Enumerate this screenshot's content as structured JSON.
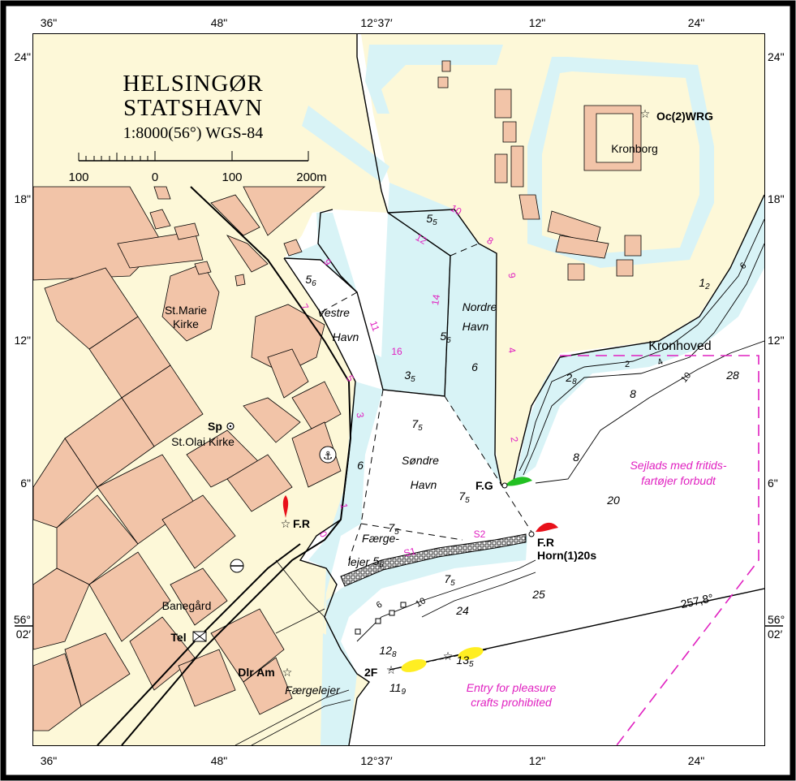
{
  "title": {
    "line1": "HELSINGØR",
    "line2": "STATSHAVN",
    "scale": "1:8000(56°) WGS-84"
  },
  "scalebar": {
    "labels": [
      "100",
      "0",
      "100",
      "200m"
    ]
  },
  "frame": {
    "top": [
      "36\"",
      "48\"",
      "12°37′",
      "12\"",
      "24\""
    ],
    "bottom": [
      "36\"",
      "48\"",
      "12°37′",
      "12\"",
      "24\""
    ],
    "left": [
      "24\"",
      "18\"",
      "12\"",
      "6\"",
      "56°",
      "02′"
    ],
    "right": [
      "24\"",
      "18\"",
      "12\"",
      "6\"",
      "56°",
      "02′"
    ]
  },
  "places": {
    "kronborg": "Kronborg",
    "kronhoved": "Kronhoved",
    "st_marie": "St.Marie",
    "kirke": "Kirke",
    "sp": "Sp",
    "st_olai": "St.Olai Kirke",
    "banegard": "Banegård",
    "tel": "Tel",
    "dlr_am": "Dlr Am",
    "faergelejer_land": "Færgelejer",
    "nordre": "Nordre",
    "nordre_havn": "Havn",
    "vestre": "Vestre",
    "vestre_havn": "Havn",
    "sondre": "Søndre",
    "sondre_havn": "Havn",
    "faerge": "Færge-",
    "lejer": "lejer"
  },
  "lights": {
    "kronborg_light": "Oc(2)WRG",
    "fr_inner": "F.R",
    "fg": "F.G",
    "fr_pier": "F.R",
    "horn": "Horn(1)20s",
    "two_f": "2F"
  },
  "notes": {
    "danish_1": "Sejlads med fritids-",
    "danish_2": "fartøjer forbudt",
    "english_1": "Entry for pleasure",
    "english_2": "crafts prohibited",
    "bearing": "257,8°"
  },
  "berths": [
    "16",
    "10",
    "12",
    "8",
    "9",
    "9",
    "14",
    "7",
    "11",
    "4",
    "5",
    "3",
    "2",
    "1",
    "0",
    "S1",
    "S2"
  ],
  "soundings": [
    {
      "n": "5",
      "s": "5"
    },
    {
      "n": "5",
      "s": "6"
    },
    {
      "n": "5",
      "s": "6"
    },
    {
      "n": "6",
      "s": ""
    },
    {
      "n": "3",
      "s": "5"
    },
    {
      "n": "7",
      "s": "5"
    },
    {
      "n": "6",
      "s": ""
    },
    {
      "n": "7",
      "s": "5"
    },
    {
      "n": "7",
      "s": "5"
    },
    {
      "n": "5",
      "s": "6"
    },
    {
      "n": "7",
      "s": "5"
    },
    {
      "n": "24",
      "s": ""
    },
    {
      "n": "25",
      "s": ""
    },
    {
      "n": "12",
      "s": "8"
    },
    {
      "n": "13",
      "s": "5"
    },
    {
      "n": "11",
      "s": "9"
    },
    {
      "n": "8",
      "s": ""
    },
    {
      "n": "8",
      "s": ""
    },
    {
      "n": "20",
      "s": ""
    },
    {
      "n": "28",
      "s": ""
    },
    {
      "n": "2",
      "s": "8"
    },
    {
      "n": "1",
      "s": "2"
    }
  ],
  "contours": [
    "2",
    "4",
    "6",
    "10",
    "6",
    "10"
  ],
  "colors": {
    "land": "#fdf8d8",
    "buildings": "#f2c4a8",
    "water": "#ffffff",
    "shallow": "#d8f3f6",
    "magenta": "#e020c0",
    "red_light": "#e8101a",
    "green_light": "#22c022",
    "yellow_light": "#ffee22"
  }
}
